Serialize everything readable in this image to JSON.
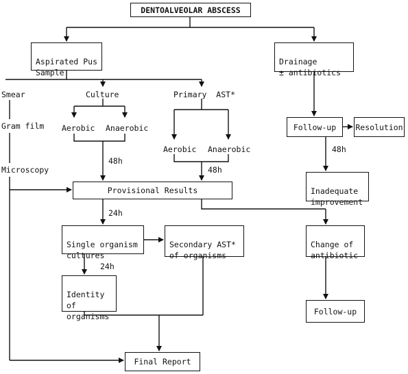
{
  "title": "DENTOALVEOLAR ABSCESS",
  "boxes": {
    "aspirated": "Aspirated Pus\nSample",
    "drainage": "Drainage\n± antibiotics",
    "followup1": "Follow-up",
    "resolution": "Resolution",
    "provisional": "Provisional Results",
    "inadequate": "Inadequate\nimprovement",
    "single": "Single organism\ncultures",
    "secondary": "Secondary AST*\nof organisms",
    "change": "Change of\nantibiotic",
    "identity": "Identity of\norganisms",
    "followup2": "Follow-up",
    "final": "Final Report"
  },
  "labels": {
    "smear": "Smear",
    "culture": "Culture",
    "primary_ast": "Primary  AST*",
    "gram": "Gram film",
    "microscopy": "Microscopy",
    "aerobic1": "Aerobic",
    "anaerobic1": "Anaerobic",
    "aerobic2": "Aerobic",
    "anaerobic2": "Anaerobic"
  },
  "times": {
    "t48a": "48h",
    "t48b": "48h",
    "t48c": "48h",
    "t24a": "24h",
    "t24b": "24h"
  }
}
